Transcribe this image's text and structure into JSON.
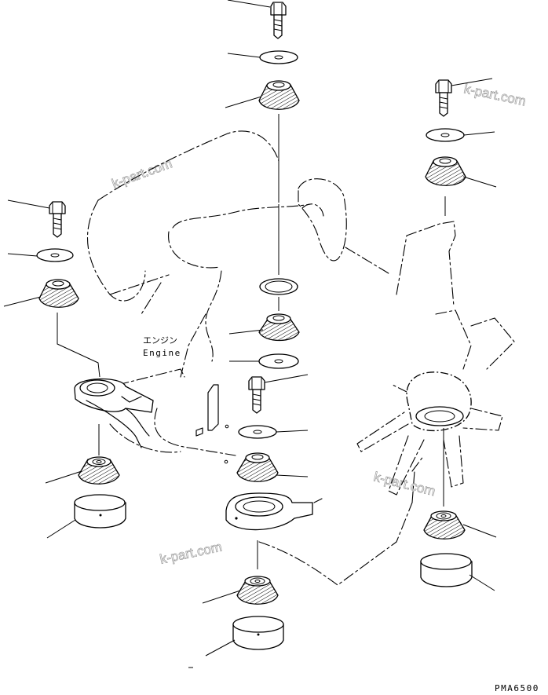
{
  "labels": {
    "engine_jp": "エンジン",
    "engine_en": "Engine",
    "drawing_code": "PMA6500",
    "watermark": "k-part.com"
  }
}
